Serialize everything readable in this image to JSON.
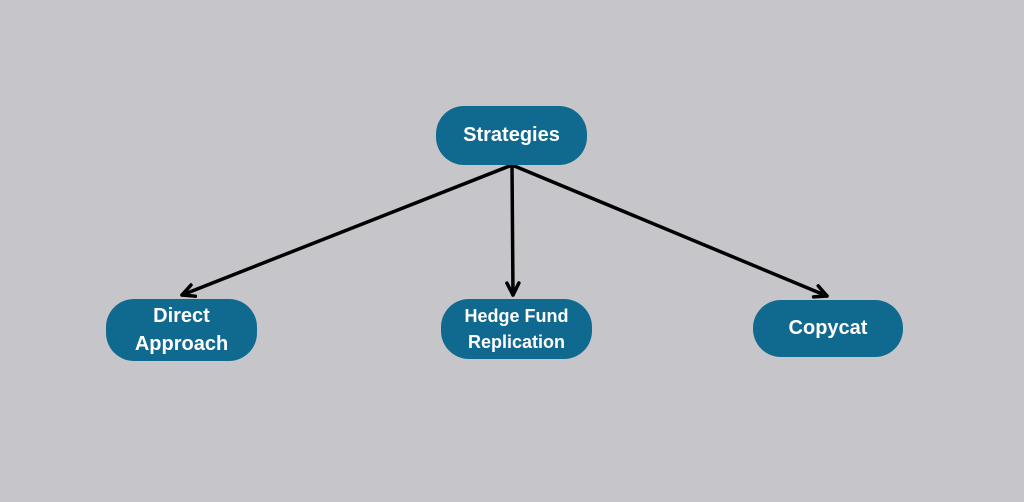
{
  "diagram": {
    "root": {
      "label": "Strategies"
    },
    "children": [
      {
        "label": "Direct Approach"
      },
      {
        "label": "Hedge Fund Replication"
      },
      {
        "label": "Copycat"
      }
    ],
    "edges": [
      {
        "from": "Strategies",
        "to": "Direct Approach"
      },
      {
        "from": "Strategies",
        "to": "Hedge Fund Replication"
      },
      {
        "from": "Strategies",
        "to": "Copycat"
      }
    ],
    "colors": {
      "background": "#c6c5c9",
      "node_fill": "#10698e",
      "node_text": "#ffffff",
      "arrow": "#000000"
    }
  }
}
